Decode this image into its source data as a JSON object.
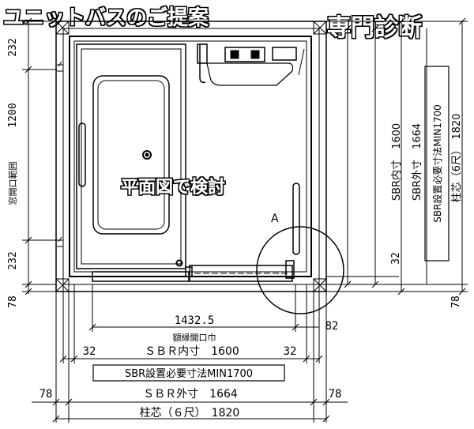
{
  "header": {
    "title_left": "ユニットバスのご提案",
    "title_right": "専門診断"
  },
  "plan": {
    "overlay_label": "平面図で検討",
    "detail_marker": "A"
  },
  "left_dims": {
    "top_offset": "232",
    "window_range": "1200",
    "window_label": "窓開口範囲",
    "bottom_offset": "232",
    "bottom_edge": "78"
  },
  "right_dims": {
    "inner_clear": "32",
    "sbr_inner": "SBR内寸　1600",
    "sbr_outer": "SBR外寸　1664",
    "sbr_required": "SBR設置必要寸法MIN1700",
    "pillar": "柱芯（6尺）　1820",
    "bottom_edge": "78"
  },
  "bottom_dims": {
    "frame_opening": "1432.5",
    "frame_label": "額縁開口巾",
    "gap": "82",
    "left_clear": "32",
    "right_clear": "32",
    "sbr_inner": "ＳＢＲ内寸　1600",
    "sbr_required": "SBR設置必要寸法MIN1700",
    "left_edge": "78",
    "right_edge": "78",
    "sbr_outer": "ＳＢＲ外寸　1664",
    "pillar": "柱芯（６尺）　1820"
  },
  "colors": {
    "ink": "#000000",
    "paper": "#ffffff",
    "banner_fill": "#ffffff"
  }
}
